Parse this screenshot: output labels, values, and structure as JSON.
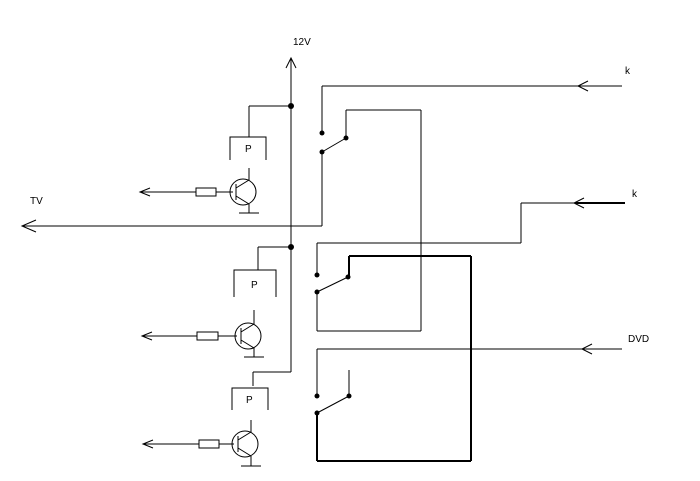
{
  "labels": {
    "supply": "12V",
    "tv": "TV",
    "k_top": "k",
    "k_mid": "k",
    "dvd": "DVD",
    "relay_1": "P",
    "relay_2": "P",
    "relay_3": "P"
  }
}
